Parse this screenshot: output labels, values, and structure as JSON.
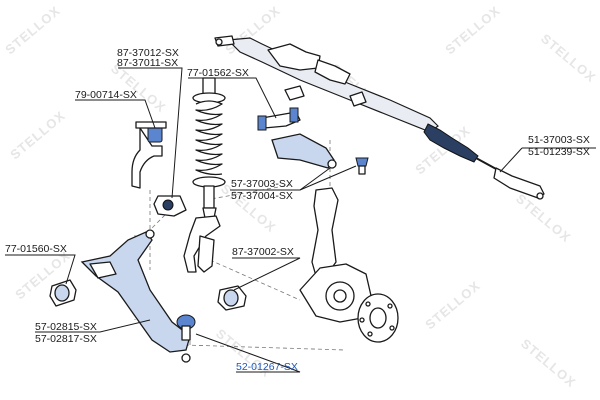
{
  "watermark": "STELLOX",
  "colors": {
    "highlight": "#1f57b8",
    "part_fill": "#c8d6ee",
    "part_accent": "#5b86cf"
  },
  "labels": {
    "l_87_37012": "87-37012-SX",
    "l_87_37011": "87-37011-SX",
    "l_77_01562": "77-01562-SX",
    "l_79_00714": "79-00714-SX",
    "l_51_37003": "51-37003-SX",
    "l_51_01239": "51-01239-SX",
    "l_57_37003": "57-37003-SX",
    "l_57_37004": "57-37004-SX",
    "l_77_01560": "77-01560-SX",
    "l_87_37002": "87-37002-SX",
    "l_57_02815": "57-02815-SX",
    "l_57_02817": "57-02817-SX",
    "l_52_01267": "52-01267-SX"
  }
}
